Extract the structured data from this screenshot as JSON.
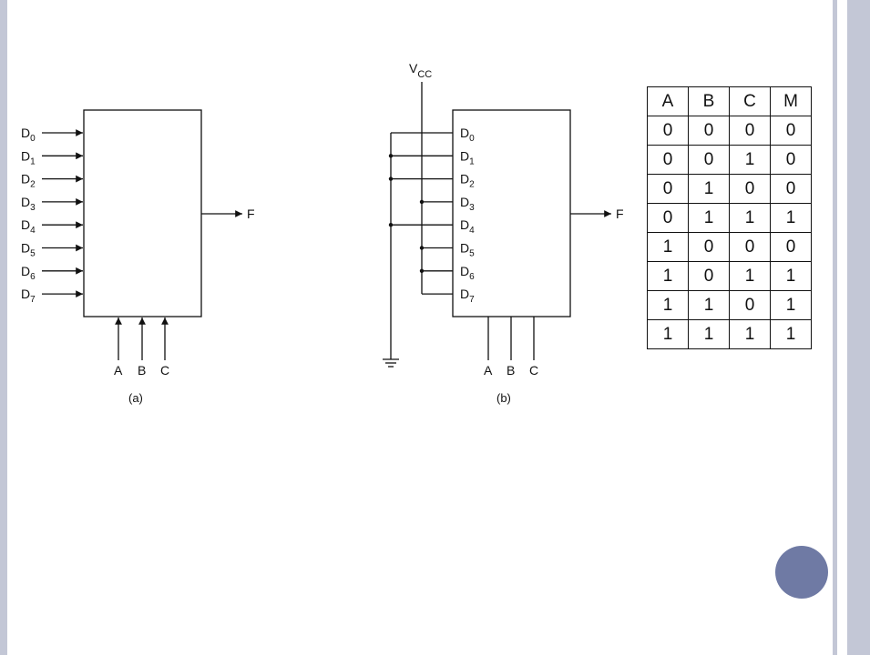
{
  "diagram_a": {
    "inputs": [
      "D0",
      "D1",
      "D2",
      "D3",
      "D4",
      "D5",
      "D6",
      "D7"
    ],
    "output": "F",
    "selects": [
      "A",
      "B",
      "C"
    ],
    "caption": "(a)"
  },
  "diagram_b": {
    "supply": "VCC",
    "inputs": [
      "D0",
      "D1",
      "D2",
      "D3",
      "D4",
      "D5",
      "D6",
      "D7"
    ],
    "output": "F",
    "selects": [
      "A",
      "B",
      "C"
    ],
    "caption": "(b)"
  },
  "truth_table": {
    "headers": [
      "A",
      "B",
      "C",
      "M"
    ],
    "rows": [
      [
        "0",
        "0",
        "0",
        "0"
      ],
      [
        "0",
        "0",
        "1",
        "0"
      ],
      [
        "0",
        "1",
        "0",
        "0"
      ],
      [
        "0",
        "1",
        "1",
        "1"
      ],
      [
        "1",
        "0",
        "0",
        "0"
      ],
      [
        "1",
        "0",
        "1",
        "1"
      ],
      [
        "1",
        "1",
        "0",
        "1"
      ],
      [
        "1",
        "1",
        "1",
        "1"
      ]
    ]
  },
  "colors": {
    "frame": "#c3c7d6",
    "nav_circle": "#6f7aa4"
  }
}
